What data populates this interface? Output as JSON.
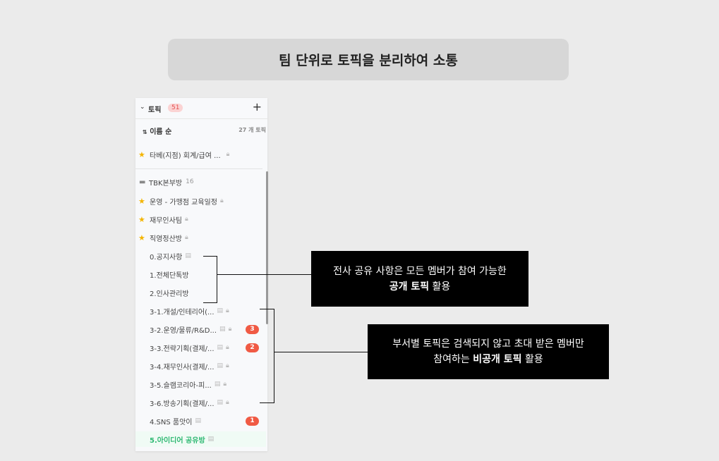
{
  "title": "팀 단위로 토픽을 분리하여 소통",
  "panel": {
    "header": {
      "label": "토픽",
      "count": "51",
      "add": "+"
    },
    "sort": {
      "label": "이름 순",
      "total": "27 개 토픽"
    },
    "pinned": {
      "label": "타베(지점) 회계/급여 ..."
    },
    "folder": {
      "label": "TBK본부방",
      "count": "16"
    },
    "items": [
      {
        "label": "운영 - 가맹점 교육일정",
        "star": true,
        "lock": true,
        "doc": false,
        "badge": null
      },
      {
        "label": "재무인사팀",
        "star": true,
        "lock": true,
        "doc": false,
        "badge": null
      },
      {
        "label": "직영정산방",
        "star": true,
        "lock": true,
        "doc": false,
        "badge": null
      },
      {
        "label": "0.공지사항",
        "star": false,
        "lock": false,
        "doc": true,
        "badge": null
      },
      {
        "label": "1.전체단톡방",
        "star": false,
        "lock": false,
        "doc": false,
        "badge": null
      },
      {
        "label": "2.인사관리방",
        "star": false,
        "lock": false,
        "doc": false,
        "badge": null
      },
      {
        "label": "3-1.개설/인테리어(...",
        "star": false,
        "lock": true,
        "doc": true,
        "badge": null
      },
      {
        "label": "3-2.운영/물류/R&D...",
        "star": false,
        "lock": true,
        "doc": true,
        "badge": "3"
      },
      {
        "label": "3-3.전략기획(결제/...",
        "star": false,
        "lock": true,
        "doc": true,
        "badge": "2"
      },
      {
        "label": "3-4.재무인사(결제/...",
        "star": false,
        "lock": true,
        "doc": true,
        "badge": null
      },
      {
        "label": "3-5.슬램코리아-피...",
        "star": false,
        "lock": true,
        "doc": true,
        "badge": null
      },
      {
        "label": "3-6.방송기획(결제/...",
        "star": false,
        "lock": true,
        "doc": true,
        "badge": null
      },
      {
        "label": "4.SNS 품앗이",
        "star": false,
        "lock": false,
        "doc": true,
        "badge": "1"
      },
      {
        "label": "5.아이디어 공유방",
        "star": false,
        "lock": false,
        "doc": true,
        "badge": null,
        "active": true
      }
    ]
  },
  "callouts": [
    {
      "line1": "전사 공유 사항은 모든 멤버가 참여 가능한",
      "bold": "공개 토픽",
      "rest": " 활용"
    },
    {
      "line1": "부서별 토픽은 검색되지 않고 초대 받은 멤버만",
      "pre": "참여하는 ",
      "bold": "비공개 토픽",
      "rest": " 활용"
    }
  ],
  "colors": {
    "accent": "#2eb872",
    "badge": "#f05a44",
    "star": "#f4b400"
  }
}
